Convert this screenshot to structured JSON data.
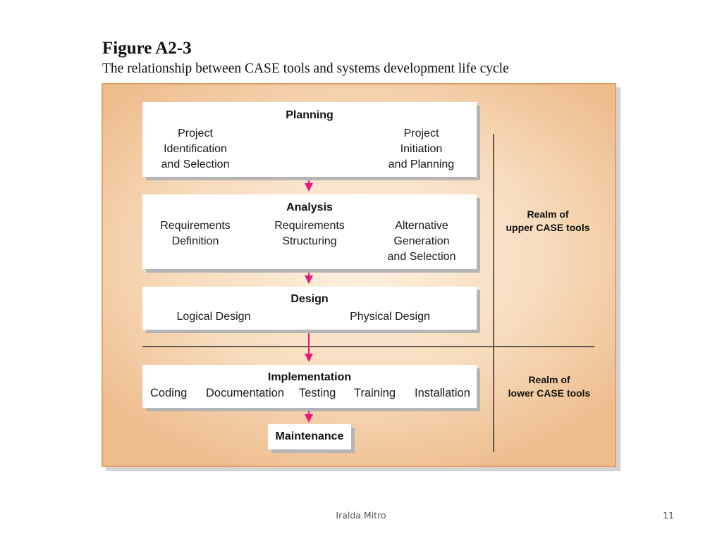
{
  "figure": {
    "title": "Figure A2-3",
    "subtitle": "The relationship between CASE tools and systems development life cycle"
  },
  "phases": {
    "planning": {
      "title": "Planning",
      "items": [
        "Project\nIdentification\nand Selection",
        "Project\nInitiation\nand Planning"
      ]
    },
    "analysis": {
      "title": "Analysis",
      "items": [
        "Requirements\nDefinition",
        "Requirements\nStructuring",
        "Alternative\nGeneration\nand Selection"
      ]
    },
    "design": {
      "title": "Design",
      "items": [
        "Logical Design",
        "Physical Design"
      ]
    },
    "implementation": {
      "title": "Implementation",
      "items": [
        "Coding",
        "Documentation",
        "Testing",
        "Training",
        "Installation"
      ]
    },
    "maintenance": {
      "title": "Maintenance"
    }
  },
  "realms": {
    "upper": "Realm of\nupper CASE tools",
    "lower": "Realm of\nlower CASE tools"
  },
  "colors": {
    "arrow": "#e6197e",
    "divider": "#333333",
    "panel_border": "#e2a068"
  },
  "footer": {
    "author": "Iralda Mitro",
    "page": "11"
  }
}
